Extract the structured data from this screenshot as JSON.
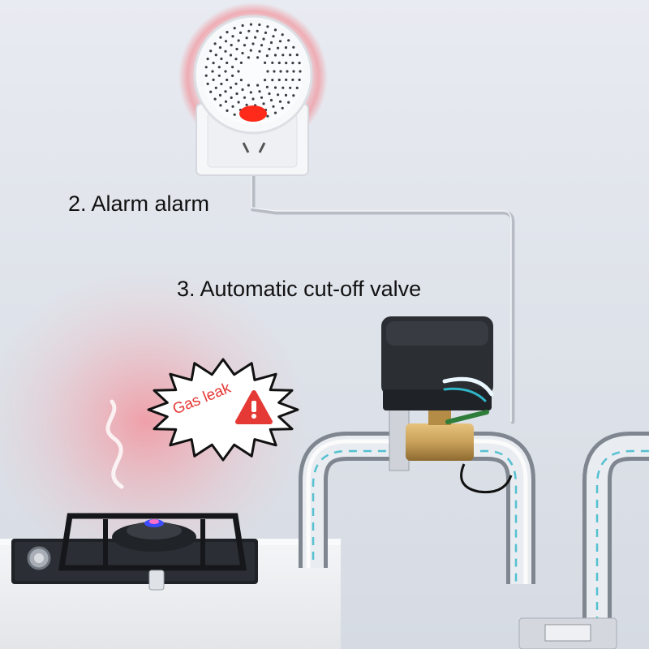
{
  "labels": {
    "alarm": "2. Alarm alarm",
    "valve": "3. Automatic cut-off valve",
    "gas_leak": "Gas leak"
  },
  "icons": {
    "warning": "warning-icon",
    "flame": "gas-flame-icon"
  },
  "colors": {
    "label_text": "#111111",
    "leak_text": "#e53935",
    "warning_red": "#e53935",
    "alarm_button": "#ff2a1a",
    "pipe": "#c9ced6",
    "flow_arrows": "#2fb6c9",
    "flame": "#3d4cff",
    "valve_body": "#2b2e33",
    "valve_brass": "#c9a15a"
  }
}
